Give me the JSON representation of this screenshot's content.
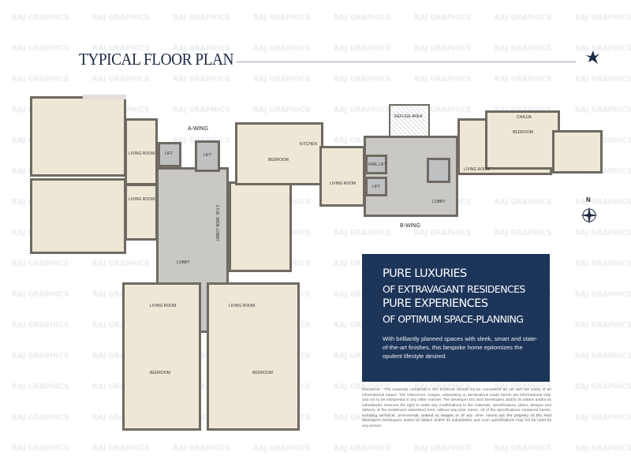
{
  "header": {
    "title": "TYPICAL FLOOR PLAN",
    "logo_icon": "bird-icon"
  },
  "watermark": "RAJ GRAPHICS",
  "plan": {
    "a_wing_label": "A-WING",
    "b_wing_label": "B-WING",
    "refuge_area": "REFUGE AREA",
    "lobby_label": "LOBBY",
    "wide_lobby_label": "2.5 M. WIDE LOBBY",
    "lift_label": "LIFT",
    "fire_lift_label": "FIRE LIFT",
    "living_room": "LIVING ROOM",
    "bedroom": "BEDROOM",
    "kitchen": "KITCHEN",
    "chajja": "CHAJJA",
    "compass_label": "N"
  },
  "panel": {
    "line1": "PURE LUXURIES",
    "line2": "OF EXTRAVAGANT RESIDENCES",
    "line3": "PURE EXPERIENCES",
    "line4": "OF OPTIMUM SPACE-PLANNING",
    "body": "With brilliantly planned spaces with sleek, smart and state-of-the-art finishes, this bespoke home epitomizes the opulent lifestyle desired."
  },
  "disclaimer": "Disclaimer : The materials contained in this brochure should not be considered an oer and are solely of an informational nature. The references, images, advertising or declarations made herein are informational only, and not to be interpreted in any other manner. The developer DG land Developers and/or its aliates and/or its subsidiaries reserves the right to make any modifications to the materials, specifications, plans, designs and delivery of the residences advertised here, without any prior notice. All of the specifications contained herein, including technical, promotional, related to images or of any other nature are the property of DG land developers Developers and/or its aliates and/or its subsidiaries and such specifications may not be used by any person.",
  "colors": {
    "panel": "#1c3559",
    "title": "#1b2a44",
    "room": "#efe7d6",
    "wall": "#6f6a62"
  }
}
